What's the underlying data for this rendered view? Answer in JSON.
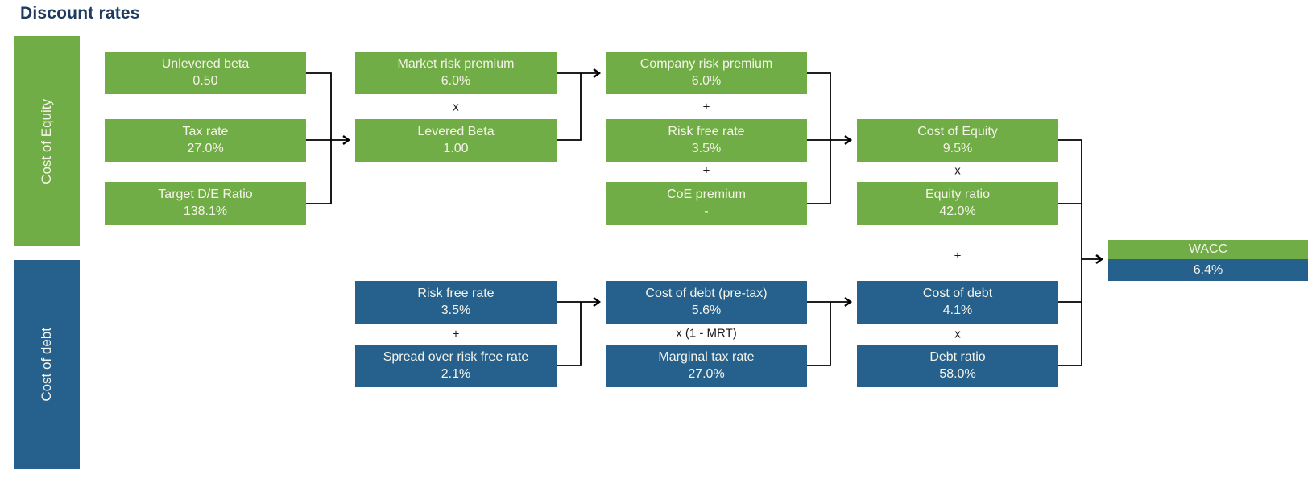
{
  "title": "Discount rates",
  "sidebars": {
    "equity": "Cost of Equity",
    "debt": "Cost of debt"
  },
  "colors": {
    "green": "#70AD47",
    "blue": "#26618E",
    "title_text": "#1E3A5C",
    "box_text": "#F5F3E7",
    "connector": "#000000"
  },
  "equity": {
    "unlevered_beta": {
      "label": "Unlevered beta",
      "value": "0.50"
    },
    "tax_rate": {
      "label": "Tax rate",
      "value": "27.0%"
    },
    "target_de_ratio": {
      "label": "Target D/E Ratio",
      "value": "138.1%"
    },
    "market_risk_premium": {
      "label": "Market risk premium",
      "value": "6.0%"
    },
    "levered_beta": {
      "label": "Levered Beta",
      "value": "1.00"
    },
    "company_risk_premium": {
      "label": "Company risk premium",
      "value": "6.0%"
    },
    "risk_free_rate": {
      "label": "Risk free rate",
      "value": "3.5%"
    },
    "coe_premium": {
      "label": "CoE premium",
      "value": "-"
    },
    "cost_of_equity": {
      "label": "Cost of Equity",
      "value": "9.5%"
    },
    "equity_ratio": {
      "label": "Equity ratio",
      "value": "42.0%"
    }
  },
  "debt": {
    "risk_free_rate": {
      "label": "Risk free rate",
      "value": "3.5%"
    },
    "spread": {
      "label": "Spread over risk free rate",
      "value": "2.1%"
    },
    "cost_of_debt_pretax": {
      "label": "Cost of debt (pre-tax)",
      "value": "5.6%"
    },
    "marginal_tax_rate": {
      "label": "Marginal tax rate",
      "value": "27.0%"
    },
    "cost_of_debt": {
      "label": "Cost of debt",
      "value": "4.1%"
    },
    "debt_ratio": {
      "label": "Debt ratio",
      "value": "58.0%"
    }
  },
  "operators": {
    "equity_col2_multiply": "x",
    "equity_col3_plus_top": "+",
    "equity_col3_plus_bottom": "+",
    "equity_col4_multiply": "x",
    "debt_col2_plus": "+",
    "debt_col3_mrt": "x (1 - MRT)",
    "debt_col4_multiply": "x",
    "combine_plus": "+"
  },
  "wacc": {
    "label": "WACC",
    "value": "6.4%"
  }
}
